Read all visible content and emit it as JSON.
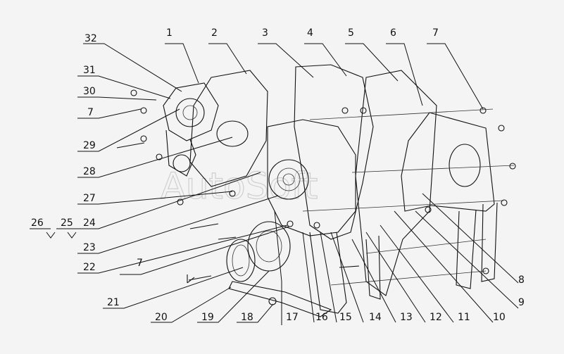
{
  "watermark": "AutoSoft",
  "callouts_top": [
    "32",
    "1",
    "2",
    "3",
    "4",
    "5",
    "6",
    "7"
  ],
  "callouts_left": [
    "31",
    "30",
    "7",
    "29",
    "28",
    "27",
    "24",
    "23",
    "22",
    "7",
    "21"
  ],
  "callouts_bottom": [
    "20",
    "19",
    "18",
    "17",
    "16",
    "15",
    "14",
    "13",
    "12",
    "11",
    "10",
    "9",
    "8"
  ],
  "callouts_pair": [
    "26",
    "25"
  ]
}
